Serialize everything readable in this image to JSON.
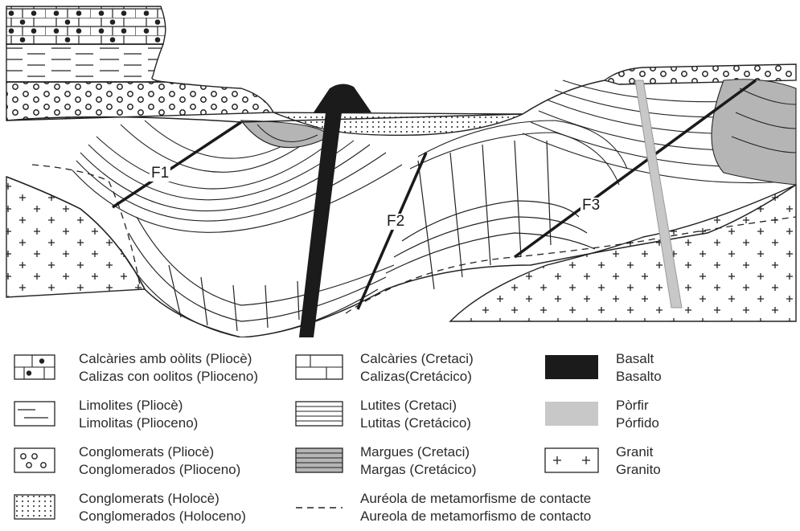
{
  "faults": [
    "F1",
    "F2",
    "F3"
  ],
  "legend": [
    {
      "pattern": "oolitic-limestone",
      "line1": "Calcàries amb oòlits (Pliocè)",
      "line2": "Calizas con oolitos (Plioceno)"
    },
    {
      "pattern": "siltstone",
      "line1": "Limolites (Pliocè)",
      "line2": "Limolitas (Plioceno)"
    },
    {
      "pattern": "conglomerate",
      "line1": "Conglomerats (Pliocè)",
      "line2": "Conglomerados (Plioceno)"
    },
    {
      "pattern": "dotted-conglomerate",
      "line1": "Conglomerats (Holocè)",
      "line2": "Conglomerados (Holoceno)"
    },
    {
      "pattern": "limestone",
      "line1": "Calcàries (Cretaci)",
      "line2": "Calizas(Cretácico)"
    },
    {
      "pattern": "lutite",
      "line1": "Lutites (Cretaci)",
      "line2": "Lutitas (Cretácico)"
    },
    {
      "pattern": "marl",
      "line1": "Margues (Cretaci)",
      "line2": "Margas (Cretácico)"
    },
    {
      "pattern": "contact-aureole",
      "line1": "Auréola de metamorfisme de contacte",
      "line2": "Aureola de metamorfismo de contacto"
    },
    {
      "pattern": "basalt",
      "line1": "Basalt",
      "line2": "Basalto"
    },
    {
      "pattern": "porphyry",
      "line1": "Pòrfir",
      "line2": "Pórfido"
    },
    {
      "pattern": "granite",
      "line1": "Granit",
      "line2": "Granito"
    }
  ],
  "colors": {
    "basalt": "#1b1b1b",
    "porphyry": "#c8c8c8",
    "marl": "#b5b5b5",
    "line": "#1a1a1a"
  }
}
